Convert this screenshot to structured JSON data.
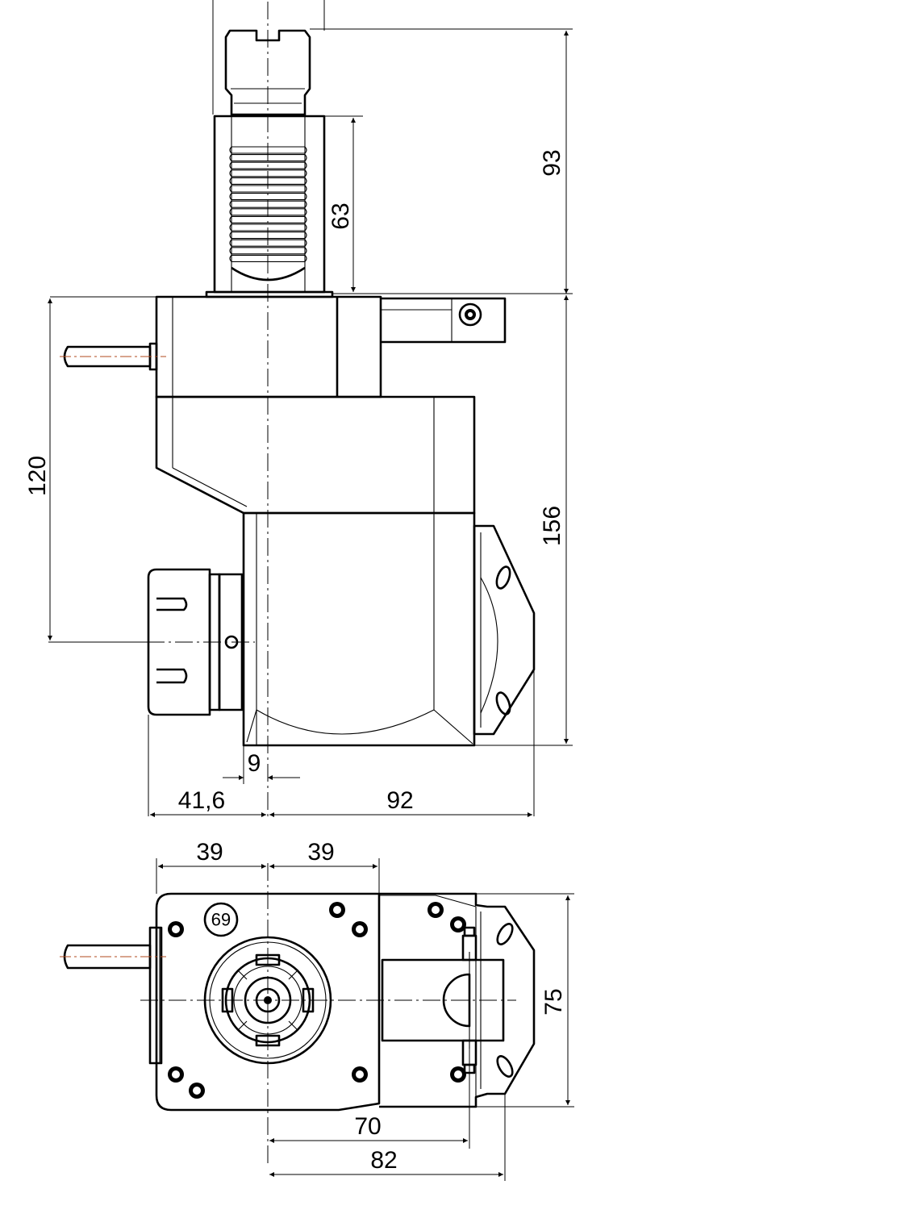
{
  "dimensions": {
    "collet_height": "93",
    "shank_length": "63",
    "body_height": "156",
    "axis_offset": "120",
    "nose_offset": "9",
    "left_offset": "41,6",
    "right_offset": "92",
    "width_left": "39",
    "width_right": "39",
    "depth": "75",
    "base_length": "70",
    "overall_length": "82"
  },
  "engraving": "69"
}
